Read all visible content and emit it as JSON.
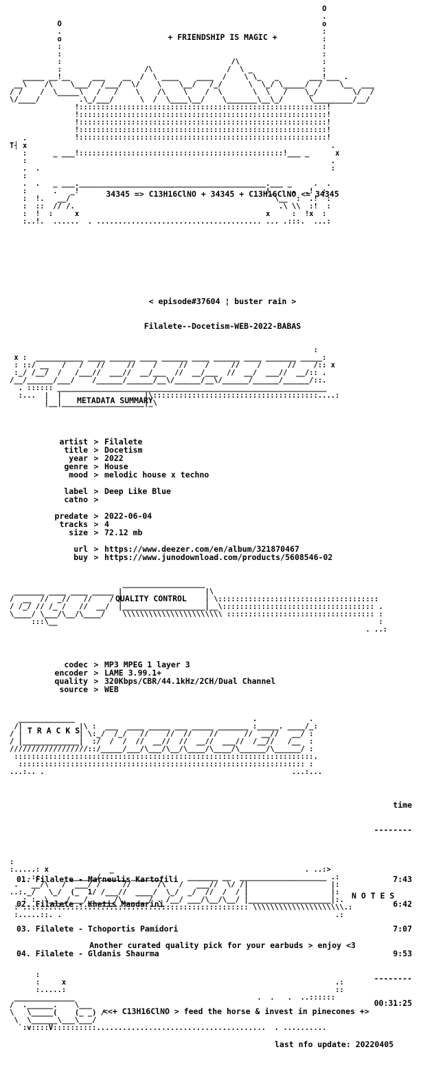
{
  "header": {
    "slogan": "+ FRIENDSHIP IS MAGIC +",
    "formula": "34345 => C13H16ClNO + 34345 + C13H16ClNO <= 34345",
    "episode": "< episode#37604 ¦ buster rain >",
    "release": "Filalete--Docetism-WEB-2022-BABAS"
  },
  "metadata": {
    "section_title": "METADATA SUMMARY",
    "group1": [
      {
        "key": "artist",
        "value": "Filalete"
      },
      {
        "key": "title",
        "value": "Docetism"
      },
      {
        "key": "year",
        "value": "2022"
      },
      {
        "key": "genre",
        "value": "House"
      },
      {
        "key": "mood",
        "value": "melodic house x techno"
      }
    ],
    "group2": [
      {
        "key": "label",
        "value": "Deep Like Blue"
      },
      {
        "key": "catno",
        "value": ""
      }
    ],
    "group3": [
      {
        "key": "predate",
        "value": "2022-06-04"
      },
      {
        "key": "tracks",
        "value": "4"
      },
      {
        "key": "size",
        "value": "72.12 mb"
      }
    ],
    "group4": [
      {
        "key": "url",
        "value": "https://www.deezer.com/en/album/321870467"
      },
      {
        "key": "buy",
        "value": "https://www.junodownload.com/products/5608546-02"
      }
    ]
  },
  "quality": {
    "section_title": "QUALITY CONTROL",
    "rows": [
      {
        "key": "codec",
        "value": "MP3 MPEG 1 layer 3"
      },
      {
        "key": "encoder",
        "value": "LAME 3.99.1+"
      },
      {
        "key": "quality",
        "value": "320Kbps/CBR/44.1kHz/2CH/Dual Channel"
      },
      {
        "key": "source",
        "value": "WEB"
      }
    ]
  },
  "tracks": {
    "section_title": "T R A C K S",
    "time_header": "time",
    "divider": "--------",
    "list": [
      {
        "title": "01. Filalete - Marneulis Kartofili",
        "time": "7:43"
      },
      {
        "title": "02. Filalete - Khetis Mandarini",
        "time": "6:42"
      },
      {
        "title": "03. Filalete - Tchoportis Pamidori",
        "time": "7:07"
      },
      {
        "title": "04. Filalete - Gldanis Shaurma",
        "time": "9:53"
      }
    ],
    "total": "00:31:25"
  },
  "notes": {
    "section_title": "N O T E S",
    "text": "Another curated quality pick for your earbuds > enjoy <3"
  },
  "footer": {
    "tagline": "<<+ C13H16ClNO > feed the horse & invest in pinecones +>",
    "last_update": "last nfo update: 20220405"
  }
}
